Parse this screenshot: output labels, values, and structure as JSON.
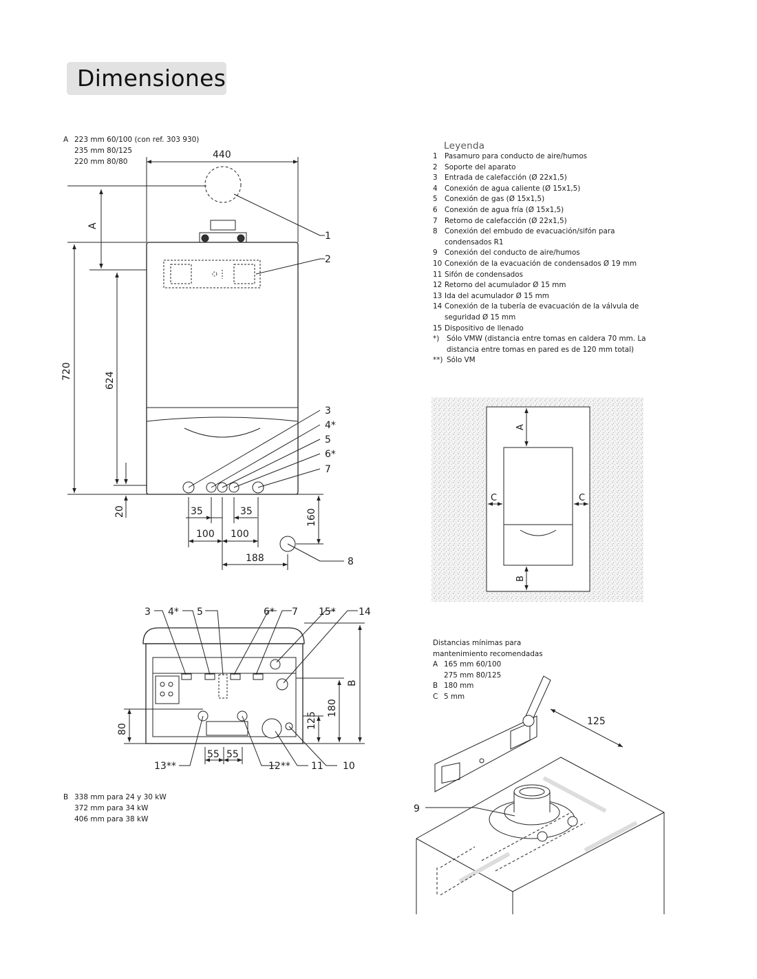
{
  "page": {
    "title": "Dimensiones"
  },
  "notes_a": [
    {
      "k": "A",
      "v": "223 mm 60/100 (con ref. 303 930)"
    },
    {
      "k": "",
      "v": "235 mm 80/125"
    },
    {
      "k": "",
      "v": "220 mm 80/80"
    }
  ],
  "notes_b": [
    {
      "k": "B",
      "v": "338 mm para 24 y 30 kW"
    },
    {
      "k": "",
      "v": "372 mm para 34 kW"
    },
    {
      "k": "",
      "v": "406 mm para 38 kW"
    }
  ],
  "legend": {
    "title": "Leyenda",
    "items": [
      {
        "n": "1",
        "t": "Pasamuro para conducto de aire/humos"
      },
      {
        "n": "2",
        "t": "Soporte del aparato"
      },
      {
        "n": "3",
        "t": "Entrada de calefacción (Ø 22x1,5)"
      },
      {
        "n": "4",
        "t": "Conexión de agua caliente (Ø 15x1,5)"
      },
      {
        "n": "5",
        "t": "Conexión de gas (Ø 15x1,5)"
      },
      {
        "n": "6",
        "t": "Conexión de agua fría (Ø 15x1,5)"
      },
      {
        "n": "7",
        "t": "Retorno de calefacción (Ø 22x1,5)"
      },
      {
        "n": "8",
        "t": "Conexión del embudo de evacuación/sifón para condensados R1"
      },
      {
        "n": "9",
        "t": "Conexión del conducto de aire/humos"
      },
      {
        "n": "10",
        "t": "Conexión de la evacuación de condensados Ø 19 mm"
      },
      {
        "n": "11",
        "t": "Sifón de condensados"
      },
      {
        "n": "12",
        "t": "Retorno del acumulador Ø 15 mm"
      },
      {
        "n": "13",
        "t": "Ida del acumulador Ø 15 mm"
      },
      {
        "n": "14",
        "t": "Conexión de la tubería de evacuación de la válvula de seguridad Ø 15 mm"
      },
      {
        "n": "15",
        "t": "Dispositivo de llenado"
      },
      {
        "n": "*)",
        "t": "Sólo VMW (distancia entre tomas en caldera 70 mm. La distancia entre tomas en pared es de 120 mm total)"
      },
      {
        "n": "**)",
        "t": "Sólo VM"
      }
    ]
  },
  "maintenance": {
    "title": "Distancias mínimas para mantenimiento recomendadas",
    "rows": [
      {
        "k": "A",
        "v": "165 mm 60/100"
      },
      {
        "k": "",
        "v": "275 mm 80/125"
      },
      {
        "k": "B",
        "v": "180 mm"
      },
      {
        "k": "C",
        "v": "5 mm"
      }
    ]
  },
  "front_view": {
    "dims": {
      "width": "440",
      "height": "720",
      "mount": "624",
      "a": "A",
      "bottom": "20",
      "s35a": "35",
      "s35b": "35",
      "s100a": "100",
      "s100b": "100",
      "s188": "188",
      "s160": "160"
    },
    "callouts": [
      "1",
      "2",
      "3",
      "4*",
      "5",
      "6*",
      "7",
      "8"
    ]
  },
  "bottom_view": {
    "dims": {
      "b": "B",
      "h180": "180",
      "h125": "125",
      "h80": "80",
      "s55a": "55",
      "s55b": "55"
    },
    "callouts": [
      "3",
      "4*",
      "5",
      "6*",
      "7",
      "15*",
      "14",
      "13**",
      "12**",
      "11",
      "10"
    ]
  },
  "clearance_view": {
    "labels": [
      "A",
      "B",
      "C",
      "C"
    ]
  },
  "flue_view": {
    "dim": "125",
    "callout": "9"
  }
}
